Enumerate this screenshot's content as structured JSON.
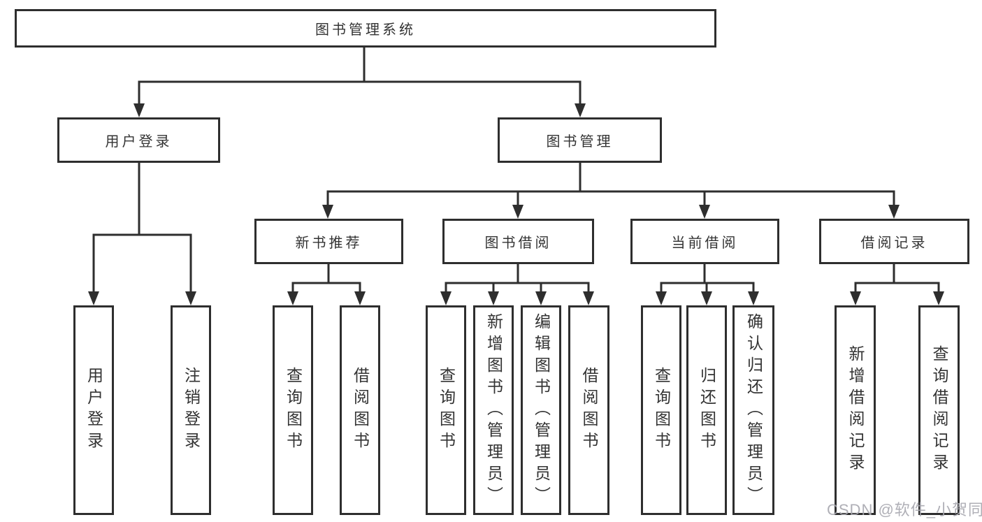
{
  "diagram": {
    "type": "tree",
    "root": {
      "label": "图书管理系统",
      "children": [
        {
          "label": "用户登录",
          "children": [
            {
              "label": "用户登录"
            },
            {
              "label": "注销登录"
            }
          ]
        },
        {
          "label": "图书管理",
          "children": [
            {
              "label": "新书推荐",
              "children": [
                {
                  "label": "查询图书"
                },
                {
                  "label": "借阅图书"
                }
              ]
            },
            {
              "label": "图书借阅",
              "children": [
                {
                  "label": "查询图书"
                },
                {
                  "label": "新增图书（管理员）"
                },
                {
                  "label": "编辑图书（管理员）"
                },
                {
                  "label": "借阅图书"
                }
              ]
            },
            {
              "label": "当前借阅",
              "children": [
                {
                  "label": "查询图书"
                },
                {
                  "label": "归还图书"
                },
                {
                  "label": "确认归还（管理员）"
                }
              ]
            },
            {
              "label": "借阅记录",
              "children": [
                {
                  "label": "新增借阅记录"
                },
                {
                  "label": "查询借阅记录"
                }
              ]
            }
          ]
        }
      ]
    }
  },
  "watermark": {
    "text": "CSDN @软件_小贺同学"
  },
  "colors": {
    "border": "#2e2e2e",
    "line": "#2e2e2e",
    "text": "#333333",
    "watermark": "#a7a7af",
    "background": "#ffffff"
  }
}
